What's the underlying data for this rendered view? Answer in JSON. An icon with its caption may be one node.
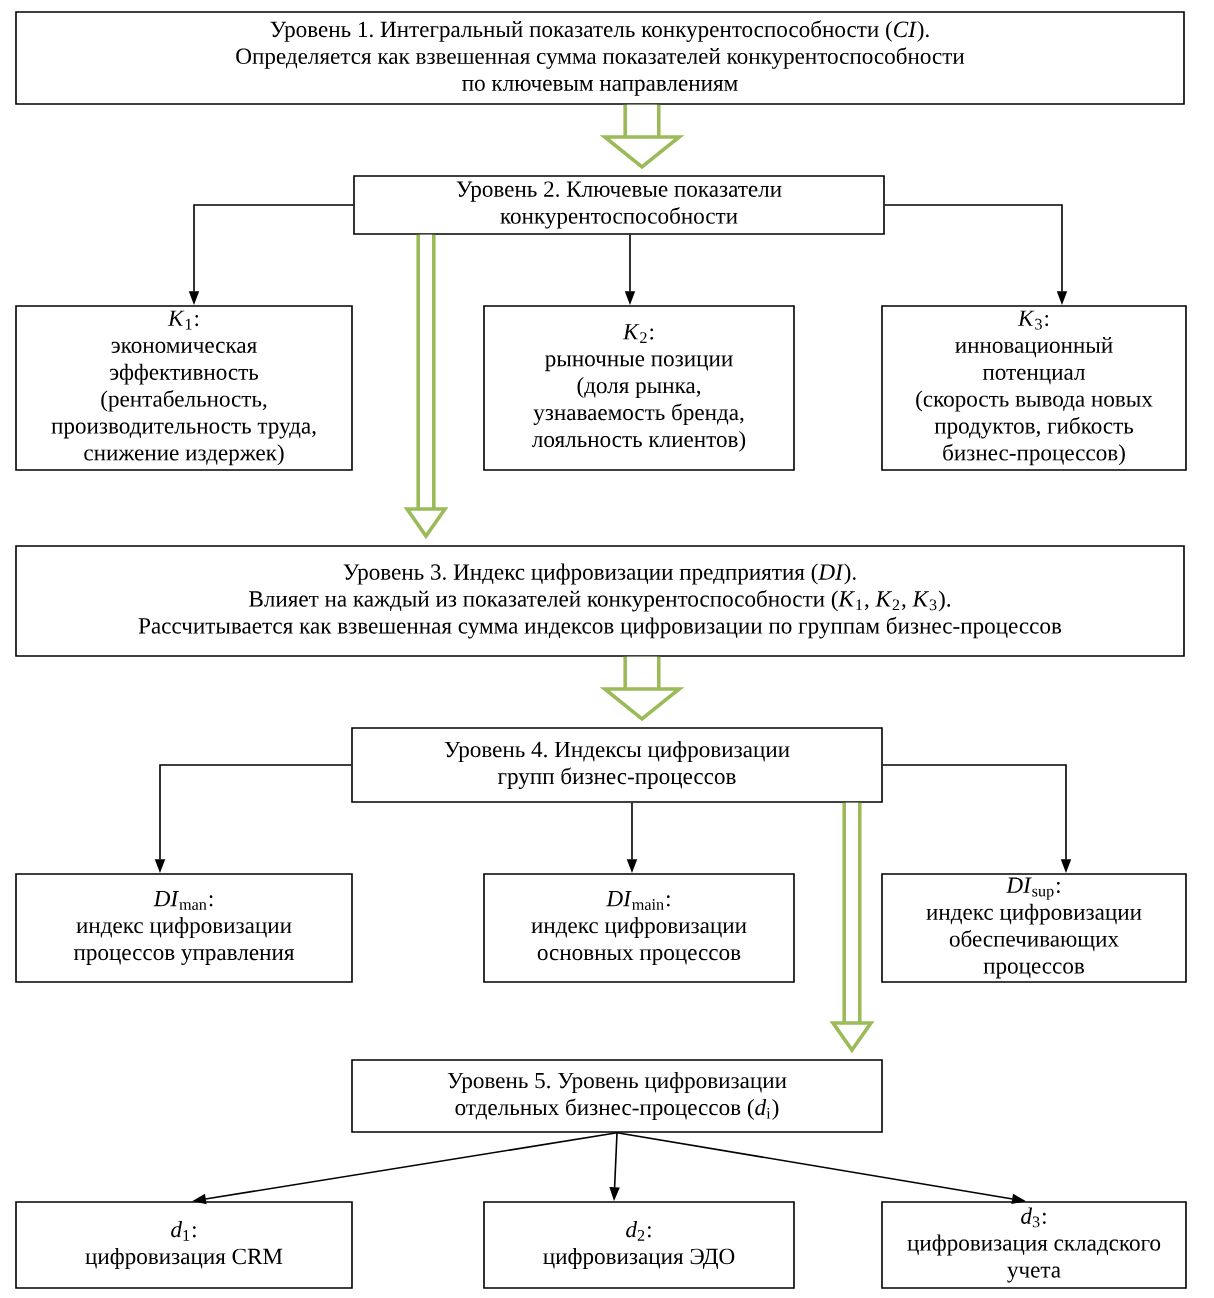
{
  "diagram": {
    "nodes": [
      {
        "text": [
          "Уровень 1. Интегральный показатель конкурентоспособности (*CI*).",
          "Определяется как взвешенная сумма показателей конкурентоспособности по ключевым направлениям"
        ]
      },
      {
        "text": [
          "Уровень 2. Ключевые показатели конкурентоспособности"
        ]
      },
      {
        "text": [
          "*K*$_{1}$:",
          "экономическая эффективность",
          "(рентабельность, производительность труда, снижение издержек)"
        ]
      },
      {
        "text": [
          "*K*$_{2}$:",
          "рыночные позиции",
          "(доля рынка, узнаваемость бренда, лояльность клиентов)"
        ]
      },
      {
        "text": [
          "*K*$_{3}$:",
          "инновационный потенциал",
          "(скорость вывода новых продуктов, гибкость бизнес-процессов)"
        ]
      },
      {
        "text": [
          "Уровень 3. Индекс цифровизации предприятия (*DI*).",
          "Влияет на каждый из показателей конкурентоспособности (*K*$_{1}$, *K*$_{2}$, *K*$_{3}$).",
          "Рассчитывается как взвешенная сумма индексов цифровизации по группам бизнес-процессов"
        ]
      },
      {
        "text": [
          "Уровень 4. Индексы цифровизации групп бизнес-процессов"
        ]
      },
      {
        "text": [
          "*DI*$_{man}$:",
          "индекс цифровизации процессов управления"
        ]
      },
      {
        "text": [
          "*DI*$_{main}$:",
          "индекс цифровизации основных процессов"
        ]
      },
      {
        "text": [
          "*DI*$_{sup}$:",
          "индекс цифровизации обеспечивающих процессов"
        ]
      },
      {
        "text": [
          "Уровень 5. Уровень цифровизации отдельных бизнес-процессов (*d*$_{i}$)"
        ]
      },
      {
        "text": [
          "*d*$_{1}$:",
          "цифровизация CRM"
        ]
      },
      {
        "text": [
          "*d*$_{2}$:",
          "цифровизация ЭДО"
        ]
      },
      {
        "text": [
          "*d*$_{3}$:",
          "цифровизация складского учета"
        ]
      }
    ],
    "edges": [
      {
        "from": 0,
        "to": 1,
        "arrow": "to",
        "style": "thick",
        "color": "#9bbb59"
      },
      {
        "from": 1,
        "to": 2,
        "arrow": "to"
      },
      {
        "from": 1,
        "to": 3,
        "arrow": "to"
      },
      {
        "from": 1,
        "to": 4,
        "arrow": "to"
      },
      {
        "from": 1,
        "to": 5,
        "arrow": "to",
        "style": "thick",
        "color": "#9bbb59"
      },
      {
        "from": 5,
        "to": 6,
        "arrow": "to",
        "style": "thick",
        "color": "#9bbb59"
      },
      {
        "from": 6,
        "to": 7,
        "arrow": "to"
      },
      {
        "from": 6,
        "to": 8,
        "arrow": "to"
      },
      {
        "from": 6,
        "to": 9,
        "arrow": "to"
      },
      {
        "from": 6,
        "to": 10,
        "arrow": "to",
        "style": "thick",
        "color": "#9bbb59"
      },
      {
        "from": 10,
        "to": 11,
        "arrow": "to"
      },
      {
        "from": 10,
        "to": 12,
        "arrow": "to"
      },
      {
        "from": 10,
        "to": 13,
        "arrow": "to"
      }
    ]
  }
}
